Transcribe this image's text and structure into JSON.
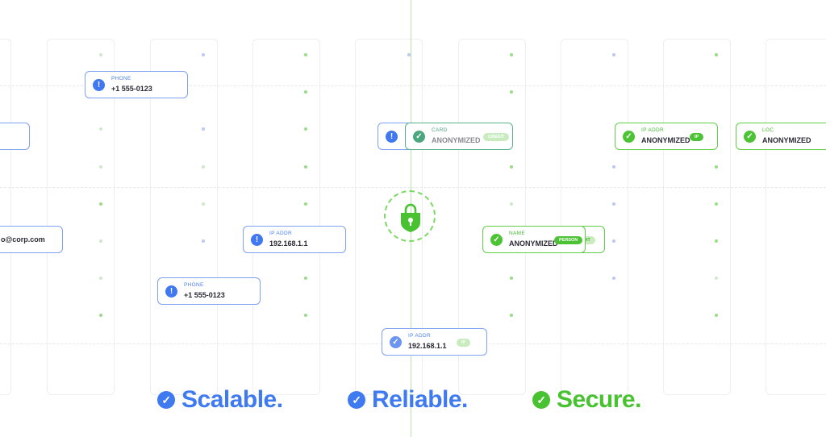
{
  "colors": {
    "blue": "#3f7af0",
    "green": "#49c231",
    "teal": "#4aa77e"
  },
  "cards": [
    {
      "id": "phone-1",
      "label": "PHONE",
      "value": "+1 555-0123",
      "state": "blue",
      "icon": "alert-icon"
    },
    {
      "id": "email",
      "label": "",
      "value": "o@corp.com",
      "state": "blue",
      "icon": ""
    },
    {
      "id": "ip-1",
      "label": "IP ADDR",
      "value": "192.168.1.1",
      "state": "blue",
      "icon": "alert-icon"
    },
    {
      "id": "phone-2",
      "label": "PHONE",
      "value": "+1 555-0123",
      "state": "blue",
      "icon": "alert-icon"
    },
    {
      "id": "card",
      "label": "CARD",
      "value": "ANONYMIZED",
      "state": "teal",
      "icon": "check-icon",
      "tag": "CREDIT"
    },
    {
      "id": "name",
      "label": "NAME",
      "value": "ANONYMIZED",
      "state": "green",
      "icon": "check-icon",
      "tag": "PERSON"
    },
    {
      "id": "ip-2",
      "label": "IP ADDR",
      "value": "192.168.1.1",
      "state": "blue",
      "icon": "check-icon",
      "tag": "IP"
    },
    {
      "id": "ip-3",
      "label": "IP ADDR",
      "value": "ANONYMIZED",
      "state": "green",
      "icon": "check-icon",
      "tag": "IP"
    },
    {
      "id": "loc",
      "label": "LOC",
      "value": "ANONYMIZED",
      "state": "green",
      "icon": "check-icon"
    }
  ],
  "taglines": [
    {
      "text": "Scalable.",
      "color": "blue"
    },
    {
      "text": "Reliable.",
      "color": "blue"
    },
    {
      "text": "Secure.",
      "color": "green"
    }
  ]
}
